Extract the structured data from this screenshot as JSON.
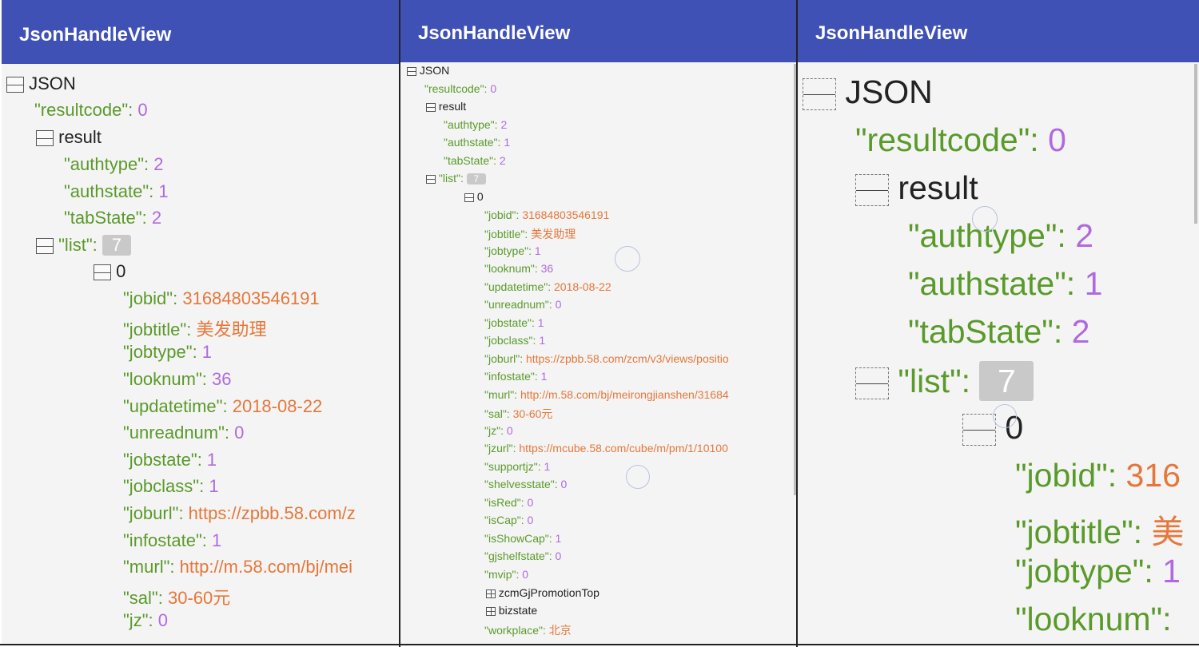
{
  "app_title": "JsonHandleView",
  "panel1": {
    "root": "JSON",
    "resultcode_key": "\"resultcode\"",
    "resultcode_val": "0",
    "result_label": "result",
    "authtype_key": "\"authtype\"",
    "authtype_val": "2",
    "authstate_key": "\"authstate\"",
    "authstate_val": "1",
    "tabstate_key": "\"tabState\"",
    "tabstate_val": "2",
    "list_key": "\"list\"",
    "list_count": "7",
    "item0_label": "0",
    "jobid_key": "\"jobid\"",
    "jobid_val": "31684803546191",
    "jobtitle_key": "\"jobtitle\"",
    "jobtitle_val": "美发助理",
    "jobtype_key": "\"jobtype\"",
    "jobtype_val": "1",
    "looknum_key": "\"looknum\"",
    "looknum_val": "36",
    "updatetime_key": "\"updatetime\"",
    "updatetime_val": "2018-08-22",
    "unreadnum_key": "\"unreadnum\"",
    "unreadnum_val": "0",
    "jobstate_key": "\"jobstate\"",
    "jobstate_val": "1",
    "jobclass_key": "\"jobclass\"",
    "jobclass_val": "1",
    "joburl_key": "\"joburl\"",
    "joburl_val": "https://zpbb.58.com/z",
    "infostate_key": "\"infostate\"",
    "infostate_val": "1",
    "murl_key": "\"murl\"",
    "murl_val": "http://m.58.com/bj/mei",
    "sal_key": "\"sal\"",
    "sal_val": "30-60元",
    "jz_key": "\"jz\"",
    "jz_val": "0"
  },
  "panel2": {
    "root": "JSON",
    "resultcode_key": "\"resultcode\"",
    "resultcode_val": "0",
    "result_label": "result",
    "authtype_key": "\"authtype\"",
    "authtype_val": "2",
    "authstate_key": "\"authstate\"",
    "authstate_val": "1",
    "tabstate_key": "\"tabState\"",
    "tabstate_val": "2",
    "list_key": "\"list\"",
    "list_count": "7",
    "item0_label": "0",
    "jobid_key": "\"jobid\"",
    "jobid_val": "31684803546191",
    "jobtitle_key": "\"jobtitle\"",
    "jobtitle_val": "美发助理",
    "jobtype_key": "\"jobtype\"",
    "jobtype_val": "1",
    "looknum_key": "\"looknum\"",
    "looknum_val": "36",
    "updatetime_key": "\"updatetime\"",
    "updatetime_val": "2018-08-22",
    "unreadnum_key": "\"unreadnum\"",
    "unreadnum_val": "0",
    "jobstate_key": "\"jobstate\"",
    "jobstate_val": "1",
    "jobclass_key": "\"jobclass\"",
    "jobclass_val": "1",
    "joburl_key": "\"joburl\"",
    "joburl_val": "https://zpbb.58.com/zcm/v3/views/positio",
    "infostate_key": "\"infostate\"",
    "infostate_val": "1",
    "murl_key": "\"murl\"",
    "murl_val": "http://m.58.com/bj/meirongjianshen/31684",
    "sal_key": "\"sal\"",
    "sal_val": "30-60元",
    "jz_key": "\"jz\"",
    "jz_val": "0",
    "jzurl_key": "\"jzurl\"",
    "jzurl_val": "https://mcube.58.com/cube/m/pm/1/10100",
    "supportjz_key": "\"supportjz\"",
    "supportjz_val": "1",
    "shelvesstate_key": "\"shelvesstate\"",
    "shelvesstate_val": "0",
    "isred_key": "\"isRed\"",
    "isred_val": "0",
    "iscap_key": "\"isCap\"",
    "iscap_val": "0",
    "isshowcap_key": "\"isShowCap\"",
    "isshowcap_val": "1",
    "gjshelfstate_key": "\"gjshelfstate\"",
    "gjshelfstate_val": "0",
    "mvip_key": "\"mvip\"",
    "mvip_val": "0",
    "promo_label": "zcmGjPromotionTop",
    "bizstate_label": "bizstate",
    "workplace_key": "\"workplace\"",
    "workplace_val": "北京"
  },
  "panel3": {
    "root": "JSON",
    "resultcode_key": "\"resultcode\"",
    "resultcode_val": "0",
    "result_label": "result",
    "authtype_key": "\"authtype\"",
    "authtype_val": "2",
    "authstate_key": "\"authstate\"",
    "authstate_val": "1",
    "tabstate_key": "\"tabState\"",
    "tabstate_val": "2",
    "list_key": "\"list\"",
    "list_count": "7",
    "item0_label": "0",
    "jobid_key": "\"jobid\"",
    "jobid_val": "316",
    "jobtitle_key": "\"jobtitle\"",
    "jobtitle_val": "美",
    "jobtype_key": "\"jobtype\"",
    "jobtype_val": "1",
    "looknum_key": "\"looknum\""
  },
  "colors": {
    "appbar": "#3f51b5",
    "key": "#5a9a2a",
    "number": "#b06ae0",
    "string": "#e6773a",
    "node": "#222222",
    "badge": "#c9c9c9"
  }
}
